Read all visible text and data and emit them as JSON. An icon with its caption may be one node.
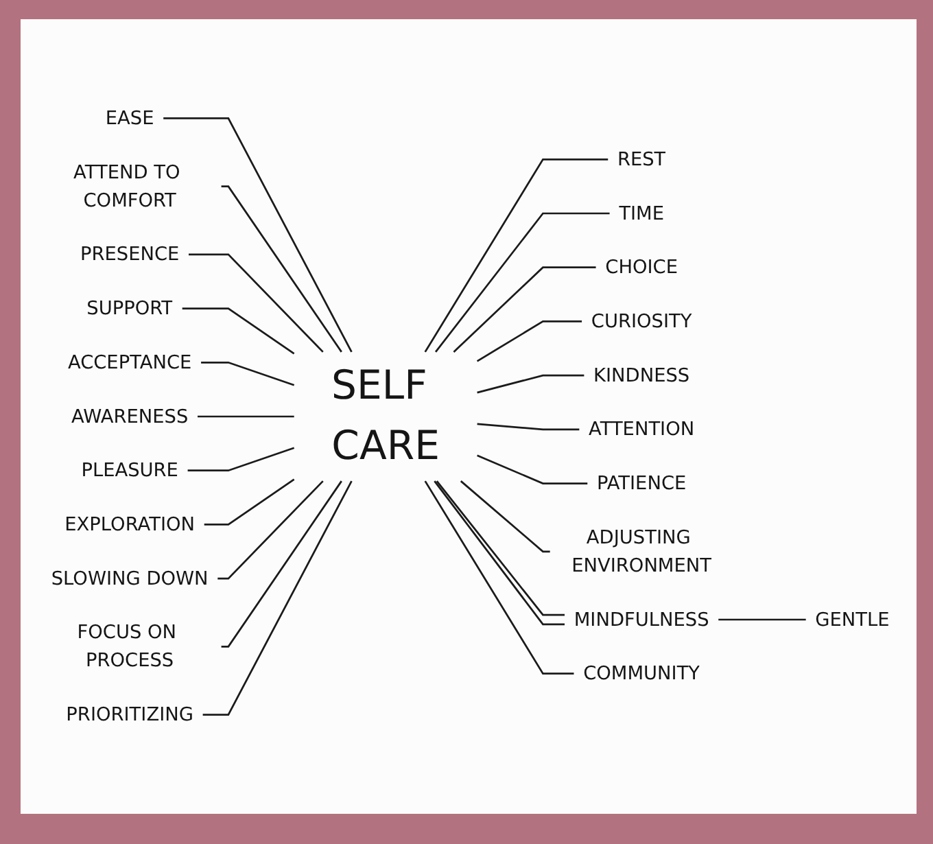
{
  "diagram": {
    "nodes": [
      {
        "text": [
          "SELF CARE"
        ]
      },
      {
        "text": [
          "EASE"
        ]
      },
      {
        "text": [
          "REST"
        ]
      },
      {
        "text": [
          "ATTEND TO COMFORT"
        ]
      },
      {
        "text": [
          "PRESENCE"
        ]
      },
      {
        "text": [
          "TIME"
        ]
      },
      {
        "text": [
          "CHOICE"
        ]
      },
      {
        "text": [
          "CURIOSITY"
        ]
      },
      {
        "text": [
          "SUPPORT"
        ]
      },
      {
        "text": [
          "ACCEPTANCE"
        ]
      },
      {
        "text": [
          "KINDNESS"
        ]
      },
      {
        "text": [
          "ATTENTION"
        ]
      },
      {
        "text": [
          "AWARENESS"
        ]
      },
      {
        "text": [
          "PATIENCE"
        ]
      },
      {
        "text": [
          "ADJUSTING ENVIRONMENT"
        ]
      },
      {
        "text": [
          "PLEASURE"
        ]
      },
      {
        "text": [
          "EXPLORATION"
        ]
      },
      {
        "text": [
          "SLOWING DOWN"
        ]
      },
      {
        "text": [
          "MINDFULNESS"
        ]
      },
      {
        "text": [
          "GENTLE"
        ]
      },
      {
        "text": [
          "FOCUS ON PROCESS"
        ]
      },
      {
        "text": [
          "PRIORITIZING"
        ]
      },
      {
        "text": [
          "COMMUNITY"
        ]
      }
    ],
    "edges": [
      {
        "from": 1,
        "to": 0,
        "arrow": "none"
      },
      {
        "from": 0,
        "to": 2,
        "arrow": "none"
      },
      {
        "from": 3,
        "to": 0,
        "arrow": "none"
      },
      {
        "from": 4,
        "to": 0,
        "arrow": "none"
      },
      {
        "from": 0,
        "to": 5,
        "arrow": "none"
      },
      {
        "from": 0,
        "to": 6,
        "arrow": "none"
      },
      {
        "from": 0,
        "to": 7,
        "arrow": "none"
      },
      {
        "from": 8,
        "to": 0,
        "arrow": "none"
      },
      {
        "from": 9,
        "to": 0,
        "arrow": "none"
      },
      {
        "from": 0,
        "to": 10,
        "arrow": "none"
      },
      {
        "from": 0,
        "to": 11,
        "arrow": "none"
      },
      {
        "from": 12,
        "to": 0,
        "arrow": "none"
      },
      {
        "from": 0,
        "to": 13,
        "arrow": "none"
      },
      {
        "from": 0,
        "to": 14,
        "arrow": "none"
      },
      {
        "from": 15,
        "to": 0,
        "arrow": "none"
      },
      {
        "from": 16,
        "to": 0,
        "arrow": "none"
      },
      {
        "from": 17,
        "to": 0,
        "arrow": "none"
      },
      {
        "from": 0,
        "to": 18,
        "arrow": "none"
      },
      {
        "from": 0,
        "to": 18,
        "arrow": "none"
      },
      {
        "from": 18,
        "to": 19,
        "arrow": "none"
      },
      {
        "from": 20,
        "to": 0,
        "arrow": "none"
      },
      {
        "from": 21,
        "to": 0,
        "arrow": "none"
      },
      {
        "from": 0,
        "to": 22,
        "arrow": "none"
      }
    ]
  }
}
